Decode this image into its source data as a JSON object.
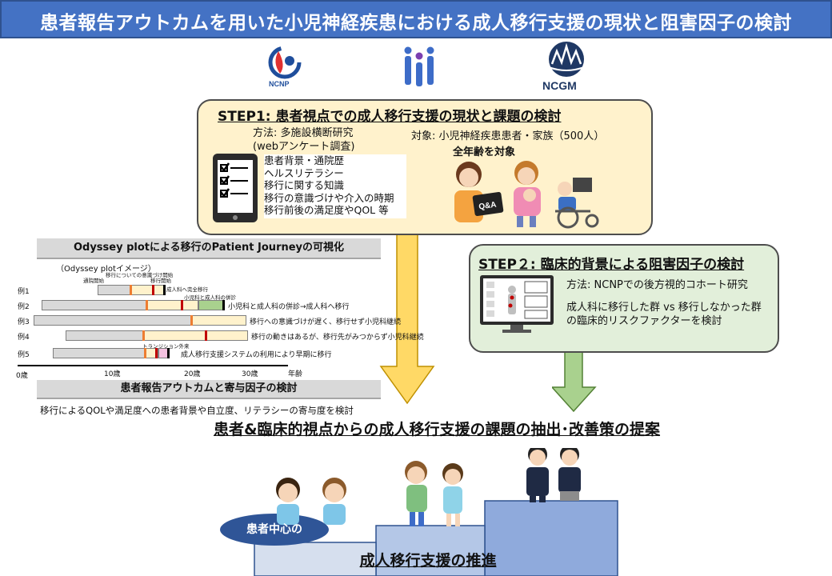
{
  "title": "患者報告アウトカムを用いた小児神経疾患における成人移行支援の現状と阻害因子の検討",
  "logos": {
    "ncnp": "NCNP",
    "ncgm": "NCGM"
  },
  "step1": {
    "title": "STEP1: 患者視点での成人移行支援の現状と課題の検討",
    "method_line1": "方法: 多施設横断研究",
    "method_line2": "(webアンケート調査)",
    "target": "対象: 小児神経疾患患者・家族（500人）",
    "target_note": "全年齢を対象",
    "checklist": [
      "患者背景・通院歴",
      "ヘルスリテラシー",
      "移行に関する知識",
      "移行の意識づけや介入の時期",
      "移行前後の満足度やQOL 等"
    ],
    "qa_label": "Q&A"
  },
  "step2": {
    "title": "STEP２: 臨床的背景による阻害因子の検討",
    "method": "方法: NCNPでの後方視的コホート研究",
    "compare_line1": "成人科に移行した群 vs 移行しなかった群",
    "compare_line2": "の臨床的リスクファクターを検討"
  },
  "odyssey": {
    "header": "Odyssey plotによる移行のPatient Journeyの可視化",
    "subtitle": "（Odyssey plotイメージ）",
    "annotations": {
      "visit_start": "通院開始",
      "awareness_start": "移行についての意識づけ開始",
      "transition_start": "移行開始",
      "full_transition": "成人科へ完全移行",
      "joint_visit": "小児科と成人科の併診",
      "transition_clinic": "トランジション外来"
    },
    "rows": [
      {
        "label": "例1",
        "note": ""
      },
      {
        "label": "例2",
        "note": "小児科と成人科の併診→成人科へ移行"
      },
      {
        "label": "例3",
        "note": "移行への意識づけが遅く、移行せず小児科継続"
      },
      {
        "label": "例4",
        "note": "移行の動きはあるが、移行先がみつからず小児科継続"
      },
      {
        "label": "例5",
        "note": "成人移行支援システムの利用により早期に移行"
      }
    ],
    "axis": {
      "ticks": [
        "0歳",
        "10歳",
        "20歳",
        "30歳"
      ],
      "unit": "年齢"
    }
  },
  "pro": {
    "header": "患者報告アウトカムと寄与因子の検討",
    "description": "移行によるQOLや満足度への患者背景や自立度、リテラシーの寄与度を検討"
  },
  "conclusion": "患者&臨床的視点からの成人移行支援の課題の抽出･改善策の提案",
  "bottom": {
    "oval": "患者中心の",
    "goal": "成人移行支援の推進"
  },
  "colors": {
    "title_bg": "#4472c4",
    "step1_bg": "#fff2cc",
    "step2_bg": "#e2efda",
    "arrow_yellow": "#ffd966",
    "arrow_green": "#a9d18e",
    "stair": "#8faadc"
  }
}
